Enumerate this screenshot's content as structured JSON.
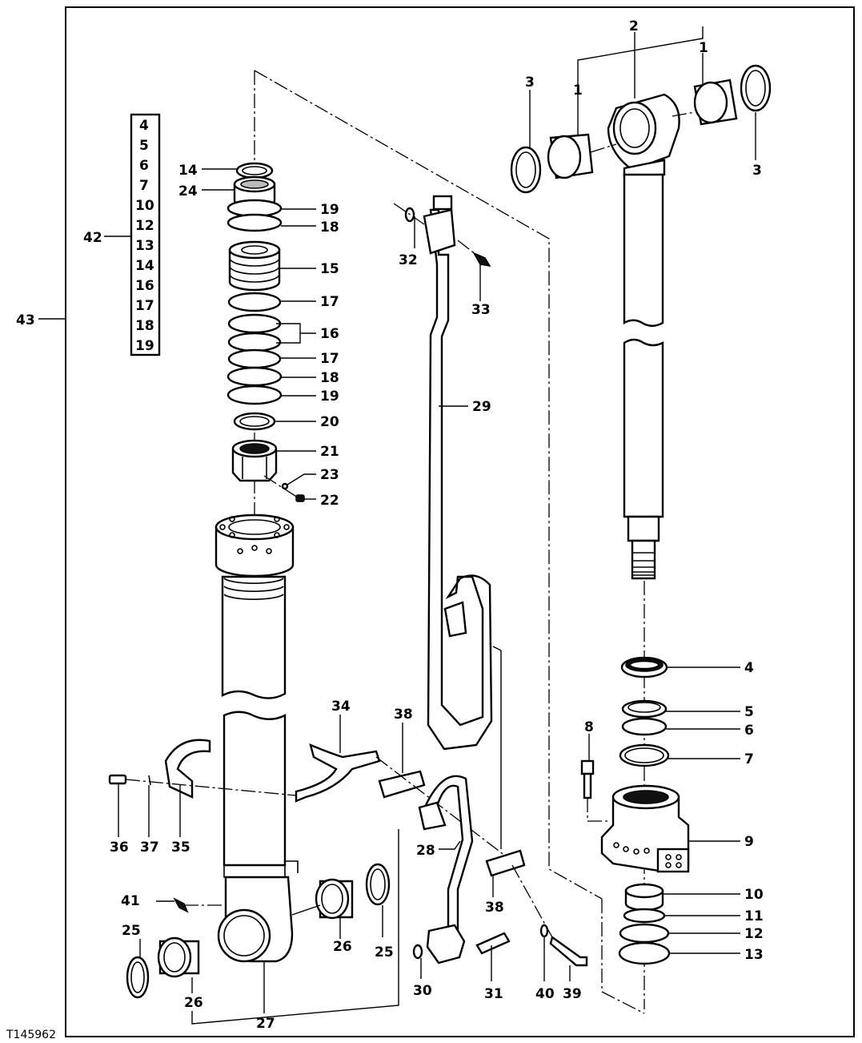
{
  "figure_id": "T145962",
  "kit_callout": "42",
  "assembly_callout": "43",
  "kit_contents": [
    "4",
    "5",
    "6",
    "7",
    "10",
    "12",
    "13",
    "14",
    "16",
    "17",
    "18",
    "19"
  ],
  "callouts": {
    "c1a": "1",
    "c1b": "1",
    "c2": "2",
    "c3a": "3",
    "c3b": "3",
    "c4": "4",
    "c5": "5",
    "c6": "6",
    "c7": "7",
    "c8": "8",
    "c9": "9",
    "c10": "10",
    "c11": "11",
    "c12": "12",
    "c13": "13",
    "c14": "14",
    "c15": "15",
    "c16": "16",
    "c17a": "17",
    "c17b": "17",
    "c18a": "18",
    "c18b": "18",
    "c19a": "19",
    "c19b": "19",
    "c20": "20",
    "c21": "21",
    "c22": "22",
    "c23": "23",
    "c24": "24",
    "c25a": "25",
    "c25b": "25",
    "c26a": "26",
    "c26b": "26",
    "c27": "27",
    "c28": "28",
    "c29": "29",
    "c30": "30",
    "c31": "31",
    "c32": "32",
    "c33": "33",
    "c34": "34",
    "c35": "35",
    "c36": "36",
    "c37": "37",
    "c38a": "38",
    "c38b": "38",
    "c39": "39",
    "c40": "40",
    "c41": "41"
  }
}
